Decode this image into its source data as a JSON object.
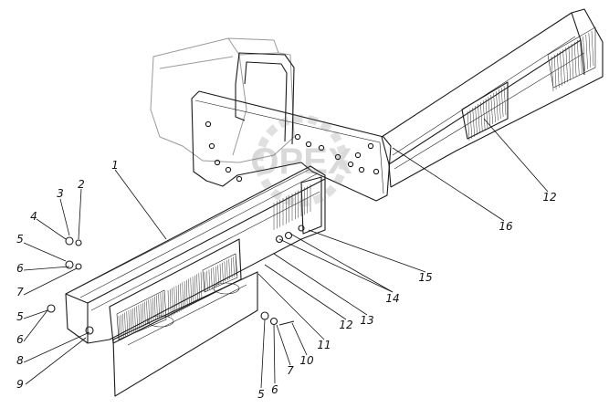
{
  "diagram": {
    "callouts": [
      {
        "id": "c1",
        "text": "1"
      },
      {
        "id": "c2",
        "text": "2"
      },
      {
        "id": "c3",
        "text": "3"
      },
      {
        "id": "c4",
        "text": "4"
      },
      {
        "id": "c5a",
        "text": "5"
      },
      {
        "id": "c6a",
        "text": "6"
      },
      {
        "id": "c7a",
        "text": "7"
      },
      {
        "id": "c5b",
        "text": "5"
      },
      {
        "id": "c6b",
        "text": "6"
      },
      {
        "id": "c8",
        "text": "8"
      },
      {
        "id": "c9",
        "text": "9"
      },
      {
        "id": "c5c",
        "text": "5"
      },
      {
        "id": "c6c",
        "text": "6"
      },
      {
        "id": "c7c",
        "text": "7"
      },
      {
        "id": "c10",
        "text": "10"
      },
      {
        "id": "c11",
        "text": "11"
      },
      {
        "id": "c12a",
        "text": "12"
      },
      {
        "id": "c13",
        "text": "13"
      },
      {
        "id": "c14",
        "text": "14"
      },
      {
        "id": "c15",
        "text": "15"
      },
      {
        "id": "c16",
        "text": "16"
      },
      {
        "id": "c12b",
        "text": "12"
      }
    ],
    "watermark_text": "OPEX"
  }
}
